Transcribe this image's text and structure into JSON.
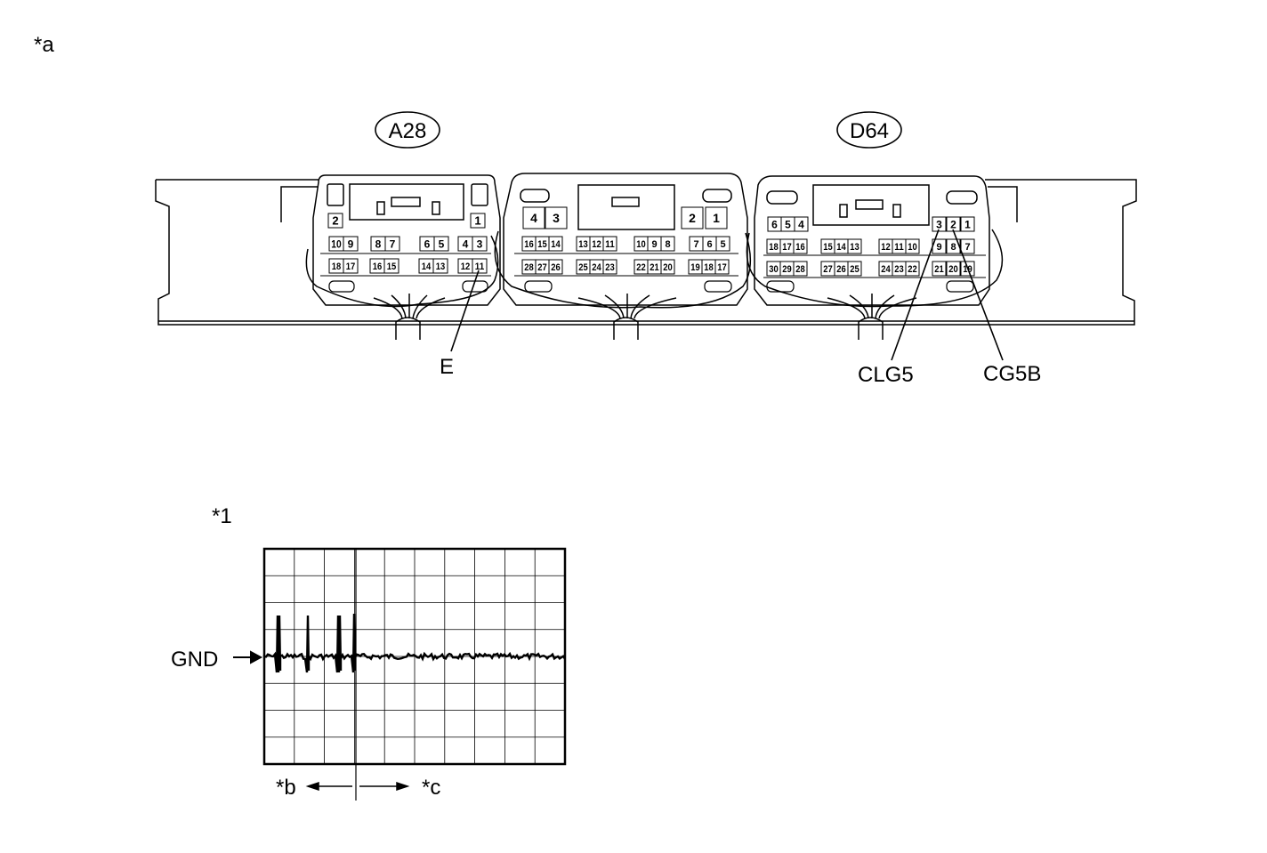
{
  "labels": {
    "fig_a": "*a",
    "fig_1": "*1",
    "conn_a28": "A28",
    "conn_d64": "D64",
    "pin_e": "E",
    "pin_clg5": "CLG5",
    "pin_cg5b": "CG5B",
    "gnd": "GND",
    "arrow_b": "*b",
    "arrow_c": "*c"
  },
  "a28": {
    "top": [
      "2",
      "1"
    ],
    "row1": [
      "10",
      "9",
      "8",
      "7",
      "6",
      "5",
      "4",
      "3"
    ],
    "row2": [
      "18",
      "17",
      "16",
      "15",
      "14",
      "13",
      "12",
      "11"
    ]
  },
  "middle": {
    "top": [
      "4",
      "3",
      "2",
      "1"
    ],
    "row1": [
      "16",
      "15",
      "14",
      "13",
      "12",
      "11",
      "10",
      "9",
      "8",
      "7",
      "6",
      "5"
    ],
    "row2": [
      "28",
      "27",
      "26",
      "25",
      "24",
      "23",
      "22",
      "21",
      "20",
      "19",
      "18",
      "17"
    ]
  },
  "d64": {
    "row1": [
      "6",
      "5",
      "4",
      "3",
      "2",
      "1"
    ],
    "row2": [
      "18",
      "17",
      "16",
      "15",
      "14",
      "13",
      "12",
      "11",
      "10",
      "9",
      "8",
      "7"
    ],
    "row3": [
      "30",
      "29",
      "28",
      "27",
      "26",
      "25",
      "24",
      "23",
      "22",
      "21",
      "20",
      "19"
    ]
  },
  "scope": {
    "grid_cols": 10,
    "grid_rows": 8,
    "colors": {
      "trace": "#000000",
      "grid": "#000000"
    }
  }
}
